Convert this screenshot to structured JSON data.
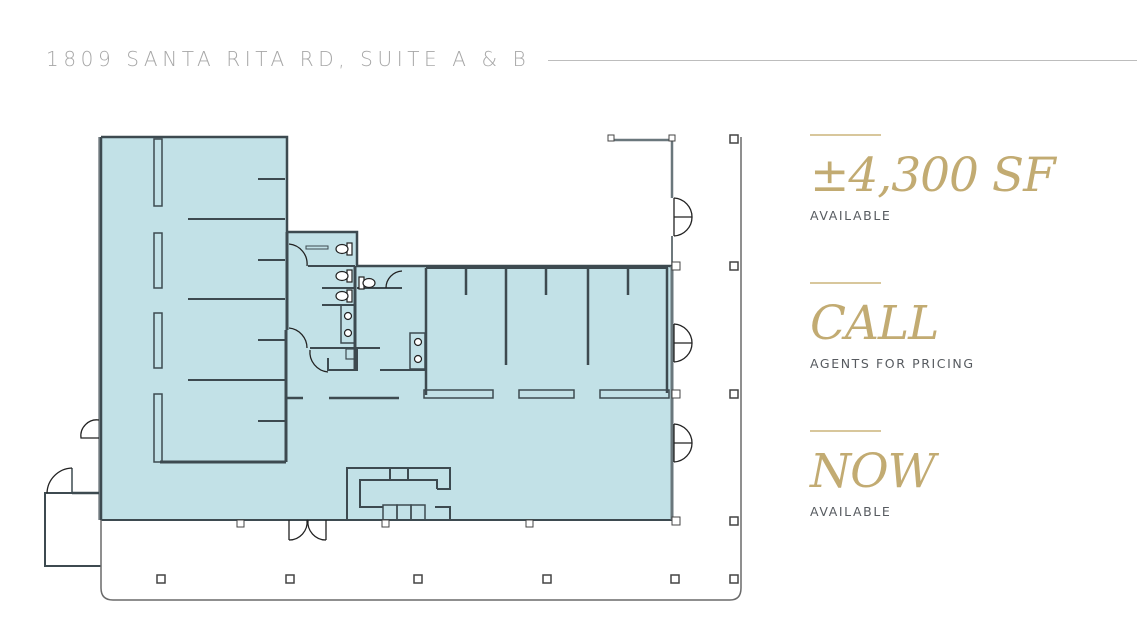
{
  "header": {
    "title": "1809 SANTA RITA RD, SUITE A & B"
  },
  "stats": [
    {
      "value": "±4,300 SF",
      "label": "AVAILABLE"
    },
    {
      "value": "CALL",
      "label": "AGENTS FOR PRICING"
    },
    {
      "value": "NOW",
      "label": "AVAILABLE"
    }
  ],
  "colors": {
    "header_text": "#a7a7a7",
    "accent_gold": "#c2ab72",
    "rule_gold": "#d8c79c",
    "label_text": "#575b60",
    "suite_fill": "#c2e1e7",
    "wall": "#3d4a50"
  },
  "floor_plan": {
    "highlighted_area": "Suite A & B",
    "icons": [
      "toilet-icon",
      "sink-icon",
      "door-swing-icon",
      "column-icon"
    ]
  }
}
